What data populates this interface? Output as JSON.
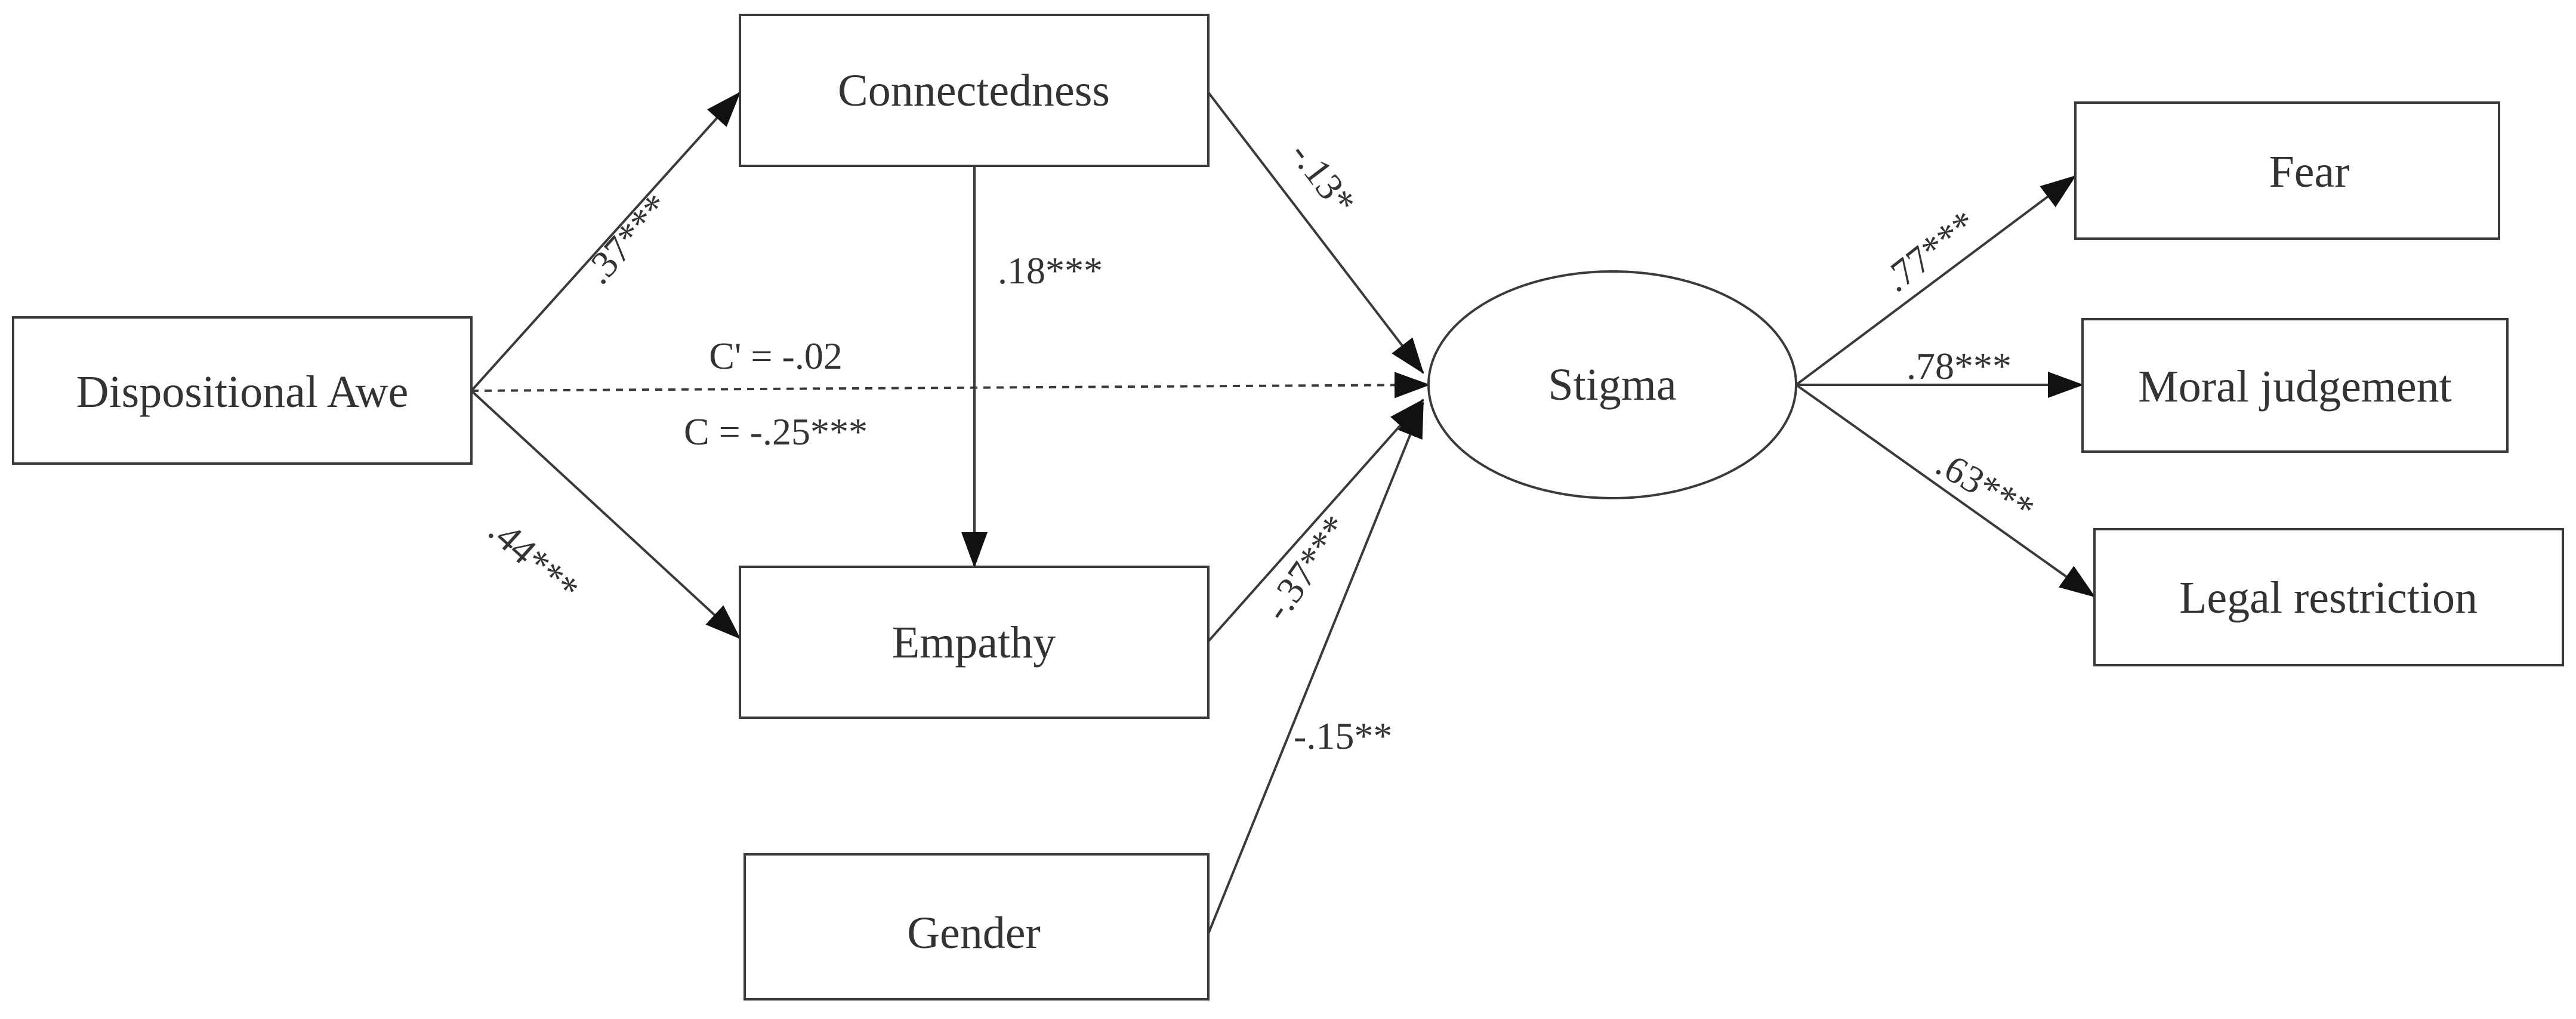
{
  "nodes": {
    "dispositional_awe": "Dispositional Awe",
    "connectedness": "Connectedness",
    "empathy": "Empathy",
    "gender": "Gender",
    "stigma": "Stigma",
    "fear": "Fear",
    "moral_judgement": "Moral judgement",
    "legal_restriction": "Legal restriction"
  },
  "paths": {
    "awe_to_connectedness": ".37***",
    "awe_to_empathy": ".44***",
    "connectedness_to_empathy": ".18***",
    "connectedness_to_stigma": "-.13*",
    "empathy_to_stigma": "-.37***",
    "gender_to_stigma": "-.15**",
    "direct_effect": "C' = -.02",
    "total_effect": "C = -.25***",
    "stigma_to_fear": ".77***",
    "stigma_to_moral_judgement": ".78***",
    "stigma_to_legal_restriction": ".63***"
  }
}
